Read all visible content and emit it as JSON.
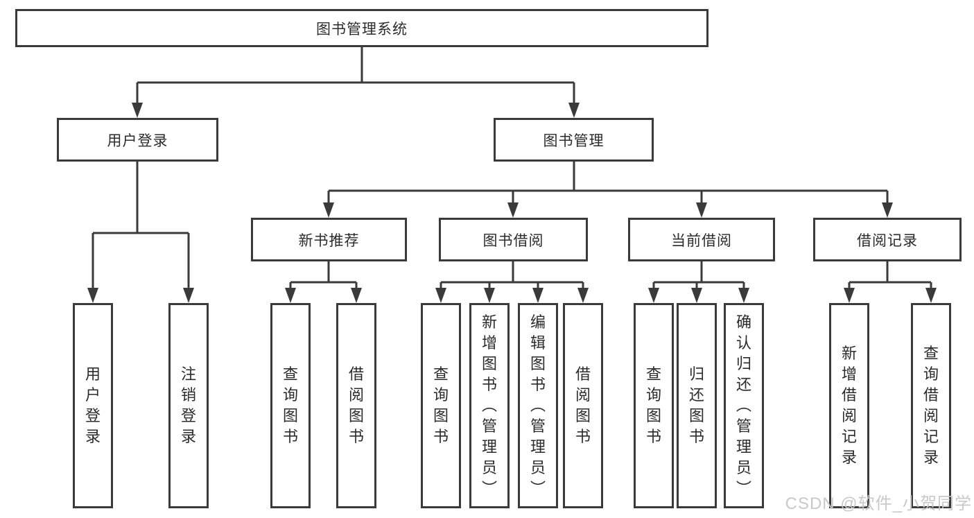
{
  "tree": {
    "root": "图书管理系统",
    "branches": [
      {
        "label": "用户登录",
        "children": [
          {
            "label": "用户登录"
          },
          {
            "label": "注销登录"
          }
        ]
      },
      {
        "label": "图书管理",
        "children": [
          {
            "label": "新书推荐",
            "children": [
              {
                "label": "查询图书"
              },
              {
                "label": "借阅图书"
              }
            ]
          },
          {
            "label": "图书借阅",
            "children": [
              {
                "label": "查询图书"
              },
              {
                "label": "新增图书（管理员）"
              },
              {
                "label": "编辑图书（管理员）"
              },
              {
                "label": "借阅图书"
              }
            ]
          },
          {
            "label": "当前借阅",
            "children": [
              {
                "label": "查询图书"
              },
              {
                "label": "归还图书"
              },
              {
                "label": "确认归还（管理员）"
              }
            ]
          },
          {
            "label": "借阅记录",
            "children": [
              {
                "label": "新增借阅记录"
              },
              {
                "label": "查询借阅记录"
              }
            ]
          }
        ]
      }
    ]
  },
  "watermark": "CSDN @软件_小贺同学",
  "colors": {
    "line": "#3a3a3a",
    "box_border": "#3a3a3a",
    "text": "#2b2b2b",
    "background": "#ffffff",
    "watermark": "#c6c6c6"
  }
}
